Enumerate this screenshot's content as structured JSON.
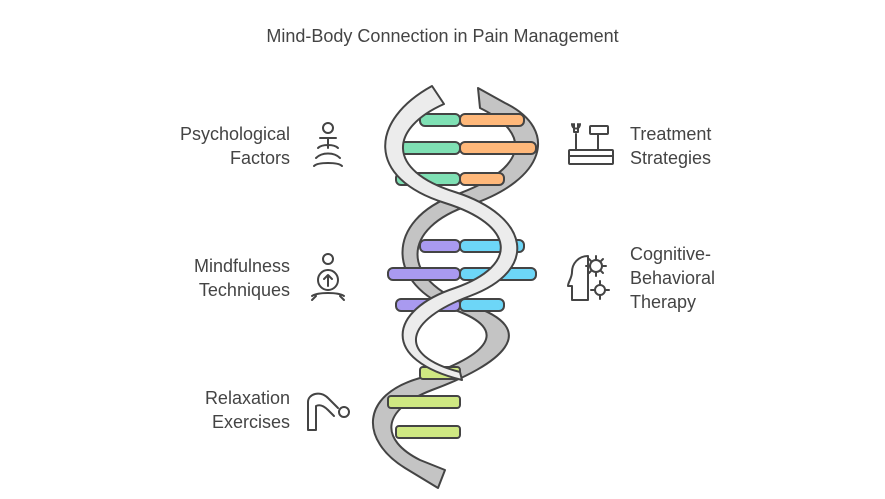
{
  "title": "Mind-Body Connection in Pain Management",
  "left_items": [
    {
      "line1": "Psychological",
      "line2": "Factors",
      "icon": "meditation-figure-icon"
    },
    {
      "line1": "Mindfulness",
      "line2": "Techniques",
      "icon": "mindful-person-icon"
    },
    {
      "line1": "Relaxation",
      "line2": "Exercises",
      "icon": "stretching-person-icon"
    }
  ],
  "right_items": [
    {
      "line1": "Treatment",
      "line2": "Strategies",
      "icon": "toolbox-icon"
    },
    {
      "line1": "Cognitive-",
      "line2": "Behavioral",
      "line3": "Therapy",
      "icon": "head-gears-icon"
    }
  ],
  "colors": {
    "green": "#7fe0b4",
    "orange": "#ffb87a",
    "purple": "#a99af0",
    "blue": "#6dd6f7",
    "lime": "#cfe882",
    "strand_light": "#ededed",
    "strand_dark": "#bdbdbd",
    "outline": "#444444"
  }
}
